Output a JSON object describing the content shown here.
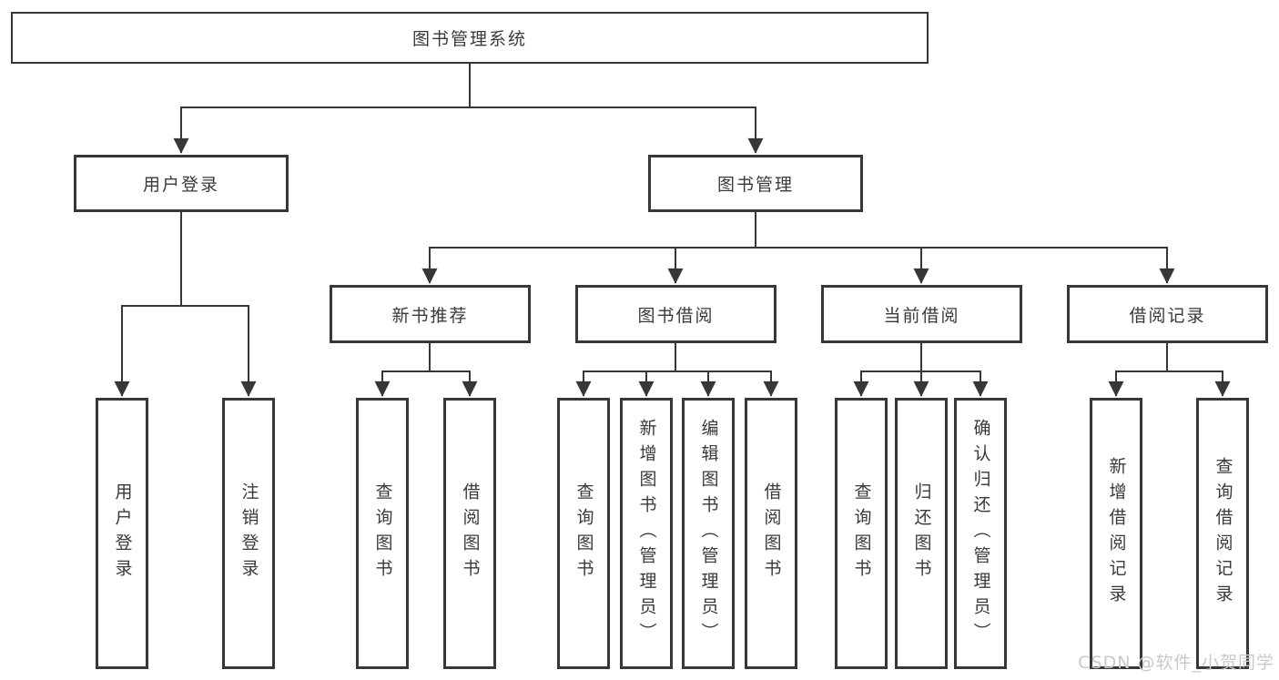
{
  "colors": {
    "line": "#373737",
    "box_border": "#373737",
    "text": "#3a3a3a",
    "background": "#ffffff",
    "watermark": "#c9c9c9"
  },
  "watermark": "CSDN @软件_小贺同学",
  "tree": {
    "label": "图书管理系统",
    "children": [
      {
        "label": "用户登录",
        "children": [
          {
            "label": "用户登录"
          },
          {
            "label": "注销登录"
          }
        ]
      },
      {
        "label": "图书管理",
        "children": [
          {
            "label": "新书推荐",
            "children": [
              {
                "label": "查询图书"
              },
              {
                "label": "借阅图书"
              }
            ]
          },
          {
            "label": "图书借阅",
            "children": [
              {
                "label": "查询图书"
              },
              {
                "label": "新增图书（管理员）"
              },
              {
                "label": "编辑图书（管理员）"
              },
              {
                "label": "借阅图书"
              }
            ]
          },
          {
            "label": "当前借阅",
            "children": [
              {
                "label": "查询图书"
              },
              {
                "label": "归还图书"
              },
              {
                "label": "确认归还（管理员）"
              }
            ]
          },
          {
            "label": "借阅记录",
            "children": [
              {
                "label": "新增借阅记录"
              },
              {
                "label": "查询借阅记录"
              }
            ]
          }
        ]
      }
    ]
  }
}
